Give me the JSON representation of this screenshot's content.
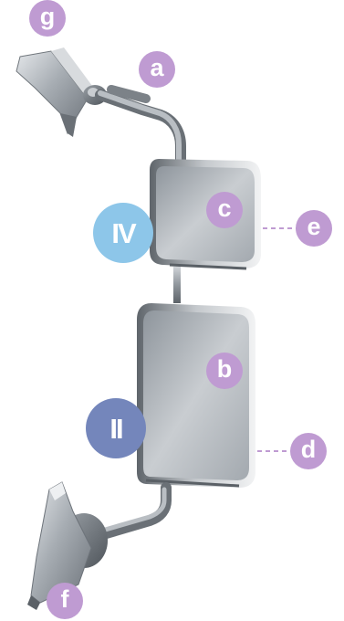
{
  "colors": {
    "letter_badge": "#bf9bd2",
    "roman_iv_badge": "#8dc6e9",
    "roman_ii_badge": "#7486bb",
    "leader_line": "#bf9bd2"
  },
  "labels": {
    "a": "a",
    "b": "b",
    "c": "c",
    "d": "d",
    "e": "e",
    "f": "f",
    "g": "g",
    "iv": "IV",
    "ii": "II"
  }
}
